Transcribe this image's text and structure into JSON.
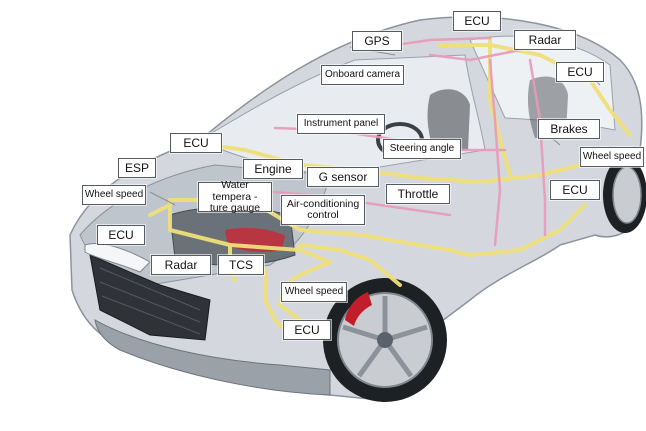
{
  "colors": {
    "yellow_wire": "#efe07a",
    "pink_wire": "#e79ab8",
    "brake_red": "#c21d2b"
  },
  "labels": {
    "ecu_top": "ECU",
    "gps": "GPS",
    "radar_top": "Radar",
    "onboard_camera": "Onboard camera",
    "ecu_upper_right": "ECU",
    "instrument_panel": "Instrument panel",
    "brakes": "Brakes",
    "ecu_left_upper": "ECU",
    "steering_angle": "Steering angle",
    "wheel_speed_right": "Wheel speed",
    "esp": "ESP",
    "engine": "Engine",
    "g_sensor": "G sensor",
    "ecu_right_mid": "ECU",
    "wheel_speed_left": "Wheel speed",
    "water_temperature_gauge": "Water tempera -\nture gauge",
    "air_conditioning_control": "Air-conditioning\ncontrol",
    "throttle": "Throttle",
    "ecu_left_lower": "ECU",
    "radar_bottom": "Radar",
    "tcs": "TCS",
    "wheel_speed_bottom": "Wheel speed",
    "ecu_bottom": "ECU"
  }
}
